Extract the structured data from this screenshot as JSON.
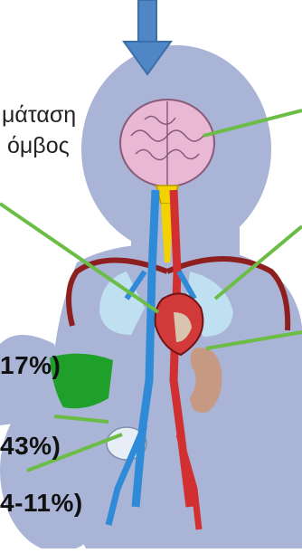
{
  "labels": {
    "top_line1": "μάταση",
    "top_line2": "όμβος",
    "pct_1": "17%)",
    "pct_2": "43%)",
    "pct_3": "4-11%)"
  },
  "colors": {
    "arrow": "#4f86c6",
    "body": "#a9b4d6",
    "brain": "#e8b8d4",
    "lung": "#bfe0f0",
    "liver": "#1fa02a",
    "kidney": "#c69a82",
    "heart_outer": "#d23a3a",
    "vein": "#2f8ad8",
    "artery": "#d23030",
    "pointer_line": "#6cbd45"
  },
  "icons": [
    "down-arrow-icon"
  ]
}
